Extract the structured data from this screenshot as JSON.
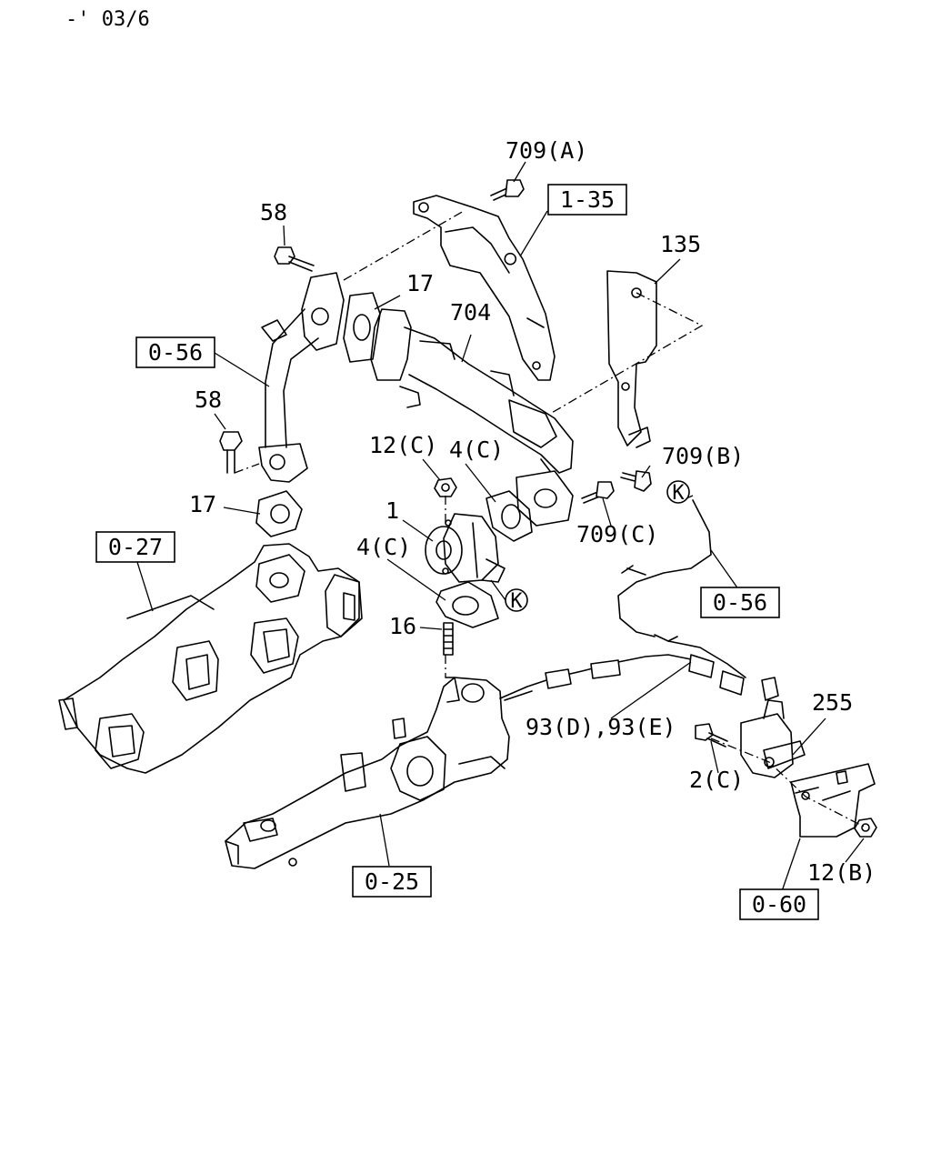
{
  "header": {
    "date_code": "-' 03/6"
  },
  "callouts": {
    "c709a": "709(A)",
    "c58_top": "58",
    "c17_top": "17",
    "c704": "704",
    "c135": "135",
    "c709b": "709(B)",
    "c709c": "709(C)",
    "c58_mid": "58",
    "c12c": "12(C)",
    "c4c_top": "4(C)",
    "c1": "1",
    "c17_mid": "17",
    "c4c_mid": "4(C)",
    "c16": "16",
    "c93": "93(D),93(E)",
    "c255": "255",
    "c2c": "2(C)",
    "c12b": "12(B)",
    "k_top": "K",
    "k_mid": "K"
  },
  "references": {
    "r135": "1-35",
    "r056_left": "0-56",
    "r027": "0-27",
    "r056_right": "0-56",
    "r025": "0-25",
    "r060": "0-60"
  }
}
